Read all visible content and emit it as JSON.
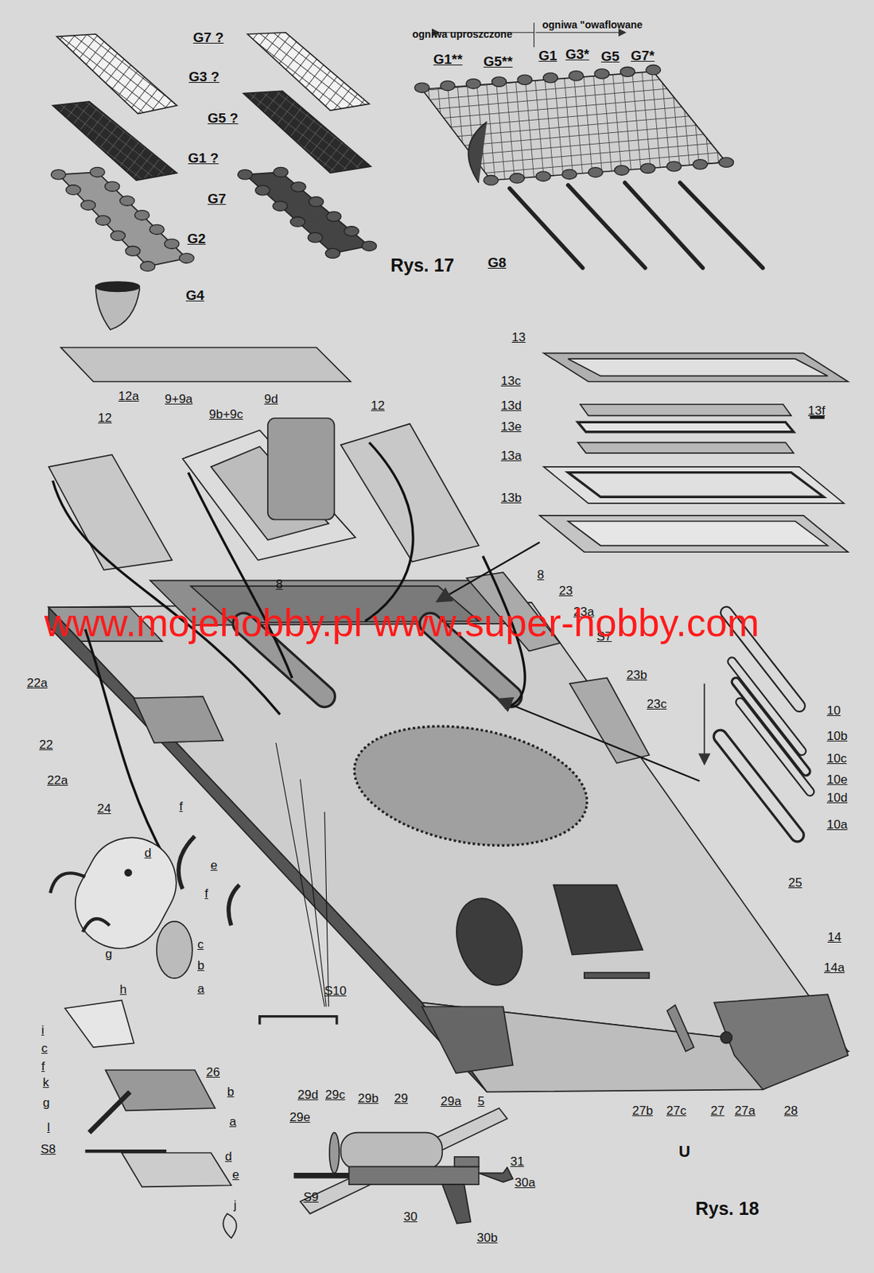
{
  "diagram": {
    "labels": [
      "G7 ?",
      "G3 ?",
      "G5 ?",
      "G1 ?",
      "G7",
      "G2",
      "G4",
      "ogniwa uproszczone",
      "ogniwa \"owaflowane",
      "G1**",
      "G5**",
      "G1",
      "G3*",
      "G5",
      "G7*",
      "Rys. 17",
      "G8",
      "13",
      "13c",
      "13d",
      "13f",
      "13e",
      "13a",
      "13b",
      "12a",
      "9+9a",
      "9d",
      "9b+9c",
      "12",
      "12",
      "8",
      "8",
      "23",
      "23a",
      "S7",
      "www.mojehobby.pl www.super-hobby.com",
      "23b",
      "23c",
      "10",
      "10b",
      "10c",
      "10e",
      "10d",
      "10a",
      "22a",
      "22",
      "22a",
      "24",
      "f",
      "d",
      "e",
      "f",
      "25",
      "14",
      "c",
      "g",
      "14a",
      "b",
      "a",
      "h",
      "S10",
      "i",
      "c",
      "f",
      "26",
      "k",
      "b",
      "29d",
      "29c",
      "29b",
      "29",
      "29a",
      "5",
      "g",
      "27b",
      "27c",
      "27",
      "27a",
      "28",
      "29e",
      "a",
      "l",
      "U",
      "S8",
      "d",
      "31",
      "e",
      "30a",
      "S9",
      "j",
      "Rys. 18",
      "30",
      "30b"
    ]
  }
}
